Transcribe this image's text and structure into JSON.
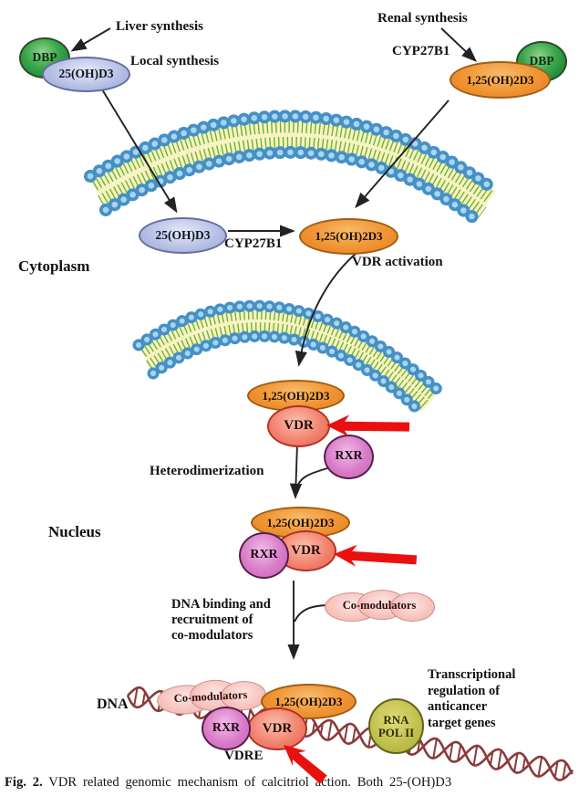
{
  "labels": {
    "liver_synthesis": "Liver synthesis",
    "local_synthesis": "Local synthesis",
    "renal_synthesis": "Renal synthesis",
    "cyp27b1_top": "CYP27B1",
    "cyp27b1_mid": "CYP27B1",
    "cytoplasm": "Cytoplasm",
    "vdr_activation": "VDR activation",
    "heterodimerization": "Heterodimerization",
    "nucleus": "Nucleus",
    "dna_binding_line1": "DNA binding and",
    "dna_binding_line2": "recruitment of",
    "dna_binding_line3": "co-modulators",
    "dna": "DNA",
    "vdre": "VDRE",
    "transcription_line1": "Transcriptional",
    "transcription_line2": "regulation of",
    "transcription_line3": "anticancer",
    "transcription_line4": "target genes"
  },
  "nodes": {
    "dbp": "DBP",
    "ohd3": "25(OH)D3",
    "calcitriol": "1,25(OH)2D3",
    "vdr": "VDR",
    "rxr": "RXR",
    "comodulators": "Co-modulators",
    "rna_pol_line1": "RNA",
    "rna_pol_line2": "POL II"
  },
  "caption": {
    "prefix": "Fig. 2.",
    "text": " VDR related genomic mechanism of calcitriol action. Both 25-(OH)D3"
  },
  "colors": {
    "orange_ligand": "#f09434",
    "green_dbp": "#2f9e42",
    "blue_25ohd3": "#b9c2e6",
    "salmon_vdr": "#f2836f",
    "orchid_rxr": "#d97cc8",
    "pink_comodulators": "#f7c3bd",
    "olive_rnapol": "#c2c14e",
    "red_arrow": "#ea1010",
    "membrane_bead_blue": "#4590c6",
    "membrane_band_yellow": "#f7f3c2",
    "lipid_tail_green": "#6fb234",
    "dna_helix_maroon": "#8a3a3a",
    "black_arrow": "#222222"
  }
}
